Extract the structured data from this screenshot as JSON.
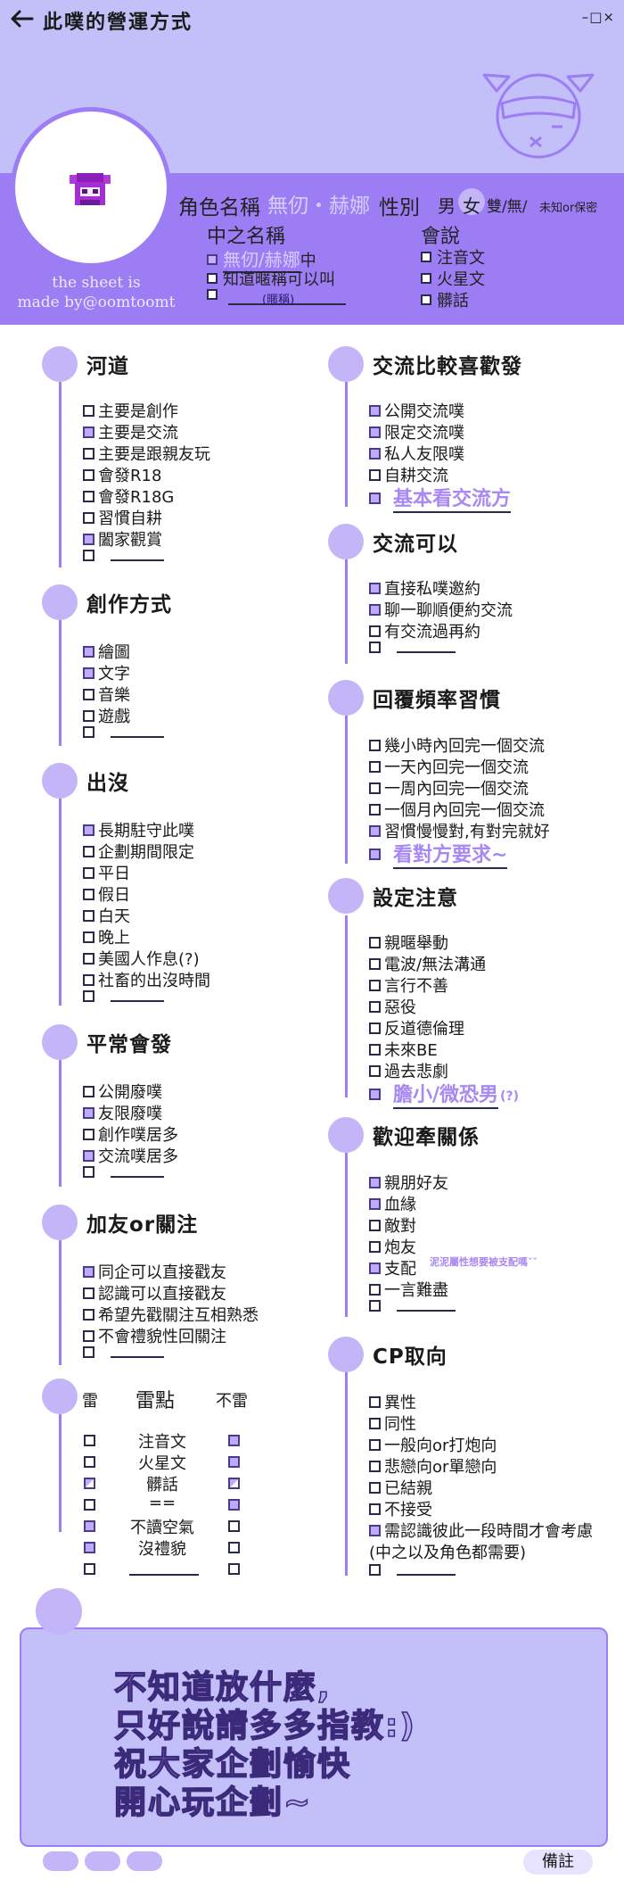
{
  "header": {
    "title": "此噗的營運方式",
    "window_controls": "–□×"
  },
  "profile": {
    "credit_line1": "the sheet is",
    "credit_line2": "made by@oomtoomt",
    "role_name_label": "角色名稱",
    "role_name_value": "無仞・赫娜",
    "gender_label": "性別",
    "gender_male": "男",
    "gender_female": "女",
    "gender_others": "雙/無/",
    "gender_unknown": "未知or保密",
    "middle_name_label": "中之名稱",
    "middle_name_value": "無仞/赫娜",
    "middle_name_suffix": "中",
    "nickname_option": "知道暱稱可以叫",
    "nickname_blank_hint": "(暱稱)",
    "speaks_label": "會說",
    "speaks": [
      {
        "label": "注音文",
        "checked": false
      },
      {
        "label": "火星文",
        "checked": false
      },
      {
        "label": "髒話",
        "checked": false
      }
    ],
    "accent_color": "#9d7df4",
    "light_color": "#c3bff8"
  },
  "left_sections": [
    {
      "title": "河道",
      "items": [
        {
          "label": "主要是創作",
          "checked": false
        },
        {
          "label": "主要是交流",
          "checked": true
        },
        {
          "label": "主要是跟親友玩",
          "checked": false
        },
        {
          "label": "會發R18",
          "checked": false
        },
        {
          "label": "會發R18G",
          "checked": false
        },
        {
          "label": "習慣自耕",
          "checked": false
        },
        {
          "label": "闔家觀賞",
          "checked": true
        }
      ]
    },
    {
      "title": "創作方式",
      "items": [
        {
          "label": "繪圖",
          "checked": true
        },
        {
          "label": "文字",
          "checked": true
        },
        {
          "label": "音樂",
          "checked": false
        },
        {
          "label": "遊戲",
          "checked": false
        }
      ]
    },
    {
      "title": "出沒",
      "items": [
        {
          "label": "長期駐守此噗",
          "checked": true
        },
        {
          "label": "企劃期間限定",
          "checked": false
        },
        {
          "label": "平日",
          "checked": false
        },
        {
          "label": "假日",
          "checked": false
        },
        {
          "label": "白天",
          "checked": false
        },
        {
          "label": "晚上",
          "checked": false
        },
        {
          "label": "美國人作息(?)",
          "checked": false
        },
        {
          "label": "社畜的出沒時間",
          "checked": false
        }
      ]
    },
    {
      "title": "平常會發",
      "items": [
        {
          "label": "公開廢噗",
          "checked": false
        },
        {
          "label": "友限廢噗",
          "checked": true
        },
        {
          "label": "創作噗居多",
          "checked": false
        },
        {
          "label": "交流噗居多",
          "checked": true
        }
      ]
    },
    {
      "title": "加友or關注",
      "items": [
        {
          "label": "同企可以直接戳友",
          "checked": true
        },
        {
          "label": "認識可以直接戳友",
          "checked": false
        },
        {
          "label": "希望先戳關注互相熟悉",
          "checked": false
        },
        {
          "label": "不會禮貌性回關注",
          "checked": false
        }
      ]
    }
  ],
  "mines": {
    "mine_label": "雷",
    "title": "雷點",
    "not_mine_label": "不雷",
    "rows": [
      {
        "label": "注音文",
        "mine": "off",
        "not_mine": "on"
      },
      {
        "label": "火星文",
        "mine": "off",
        "not_mine": "on"
      },
      {
        "label": "髒話",
        "mine": "half",
        "not_mine": "half"
      },
      {
        "label": "==",
        "mine": "off",
        "not_mine": "on"
      },
      {
        "label": "不讀空氣",
        "mine": "on",
        "not_mine": "off"
      },
      {
        "label": "沒禮貌",
        "mine": "on",
        "not_mine": "off"
      }
    ]
  },
  "right_sections": [
    {
      "title": "交流比較喜歡發",
      "items": [
        {
          "label": "公開交流噗",
          "checked": true
        },
        {
          "label": "限定交流噗",
          "checked": true
        },
        {
          "label": "私人友限噗",
          "checked": true
        },
        {
          "label": "自耕交流",
          "checked": false
        }
      ],
      "extra": "基本看交流方"
    },
    {
      "title": "交流可以",
      "items": [
        {
          "label": "直接私噗邀約",
          "checked": true
        },
        {
          "label": "聊一聊順便約交流",
          "checked": true
        },
        {
          "label": "有交流過再約",
          "checked": false
        }
      ]
    },
    {
      "title": "回覆頻率習慣",
      "items": [
        {
          "label": "幾小時內回完一個交流",
          "checked": false
        },
        {
          "label": "一天內回完一個交流",
          "checked": false
        },
        {
          "label": "一周內回完一個交流",
          "checked": false
        },
        {
          "label": "一個月內回完一個交流",
          "checked": false
        },
        {
          "label": "習慣慢慢對,有對完就好",
          "checked": true
        }
      ],
      "extra": "看對方要求~"
    },
    {
      "title": "設定注意",
      "items": [
        {
          "label": "親暱舉動",
          "checked": false
        },
        {
          "label": "電波/無法溝通",
          "checked": false
        },
        {
          "label": "言行不善",
          "checked": false
        },
        {
          "label": "惡役",
          "checked": false
        },
        {
          "label": "反道德倫理",
          "checked": false
        },
        {
          "label": "未來BE",
          "checked": false
        },
        {
          "label": "過去悲劇",
          "checked": false
        }
      ],
      "extra": "膽小/微恐男",
      "extra_suffix": "(?)"
    },
    {
      "title": "歡迎牽關係",
      "items": [
        {
          "label": "親朋好友",
          "checked": true
        },
        {
          "label": "血緣",
          "checked": true
        },
        {
          "label": "敵對",
          "checked": false
        },
        {
          "label": "炮友",
          "checked": false
        },
        {
          "label": "支配",
          "checked": true
        },
        {
          "label": "一言難盡",
          "checked": false
        }
      ],
      "note": "泥泥屬性想要被支配嗎ˇˇ"
    },
    {
      "title": "CP取向",
      "items": [
        {
          "label": "異性",
          "checked": false
        },
        {
          "label": "同性",
          "checked": false
        },
        {
          "label": "一般向or打炮向",
          "checked": false
        },
        {
          "label": "悲戀向or單戀向",
          "checked": false
        },
        {
          "label": "已結親",
          "checked": false
        },
        {
          "label": "不接受",
          "checked": false
        },
        {
          "label": "需認識彼此一段時間才會考慮",
          "checked": true
        }
      ],
      "sub_note": "(中之以及角色都需要)"
    }
  ],
  "notes": {
    "lines": [
      "不知道放什麼,",
      "只好說請多多指教:)",
      "祝大家企劃愉快",
      "開心玩企劃~"
    ],
    "memo_button": "備註"
  }
}
